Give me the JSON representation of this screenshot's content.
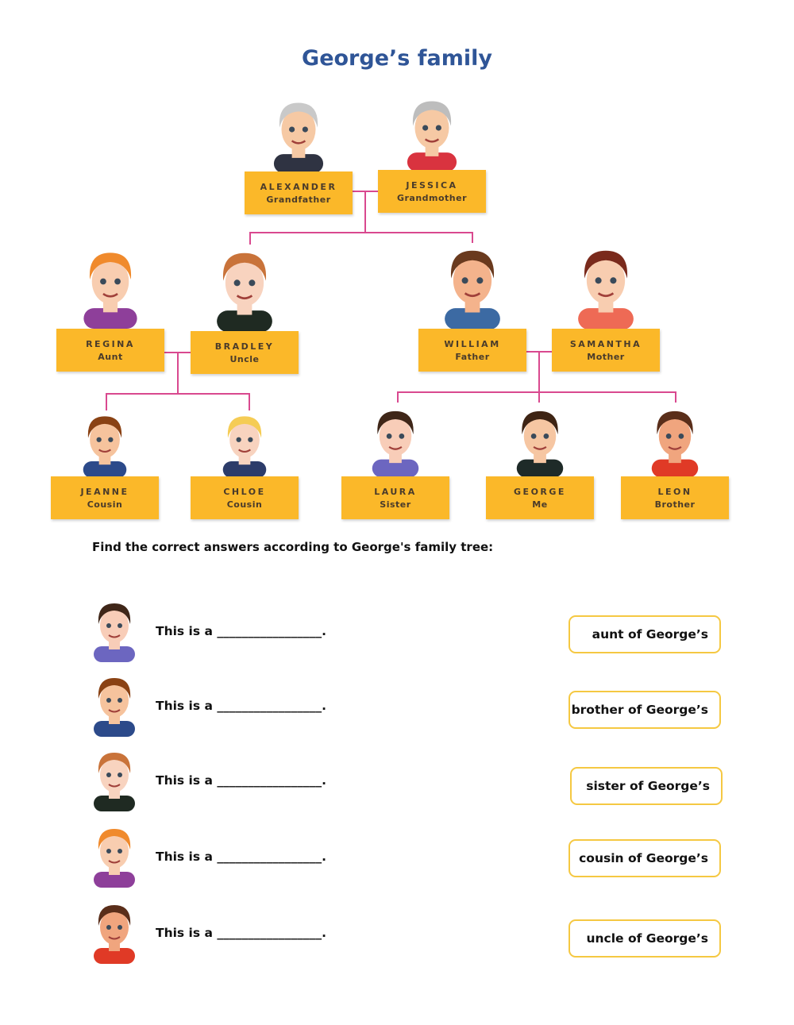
{
  "title": "George’s family",
  "tree": {
    "grandparents": [
      {
        "name": "ALEXANDER",
        "role": "Grandfather"
      },
      {
        "name": "JESSICA",
        "role": "Grandmother"
      }
    ],
    "parents_generation": [
      {
        "name": "REGINA",
        "role": "Aunt"
      },
      {
        "name": "BRADLEY",
        "role": "Uncle"
      },
      {
        "name": "WILLIAM",
        "role": "Father"
      },
      {
        "name": "SAMANTHA",
        "role": "Mother"
      }
    ],
    "children_generation": [
      {
        "name": "JEANNE",
        "role": "Cousin"
      },
      {
        "name": "CHLOE",
        "role": "Cousin"
      },
      {
        "name": "LAURA",
        "role": "Sister"
      },
      {
        "name": "GEORGE",
        "role": "Me"
      },
      {
        "name": "LEON",
        "role": "Brother"
      }
    ]
  },
  "exercise": {
    "instruction": "Find the correct answers according to George's family tree:",
    "questions": [
      {
        "face": "laura",
        "text": "This is a _________________."
      },
      {
        "face": "jeanne",
        "text": "This is a _________________."
      },
      {
        "face": "bradley",
        "text": "This is a _________________."
      },
      {
        "face": "regina",
        "text": "This is a _________________."
      },
      {
        "face": "leon",
        "text": "This is a _________________."
      }
    ],
    "answers": [
      "aunt of George’s",
      "brother of George’s",
      "sister of George’s",
      "cousin of George’s",
      "uncle of George’s"
    ]
  },
  "colors": {
    "title": "#2f5597",
    "label_bg": "#fbb829",
    "connector": "#d9498f",
    "answer_border": "#f5c842"
  }
}
